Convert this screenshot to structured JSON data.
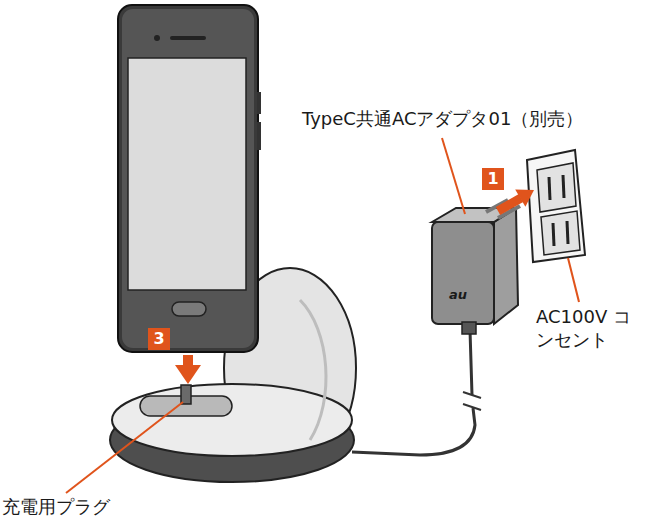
{
  "diagram": {
    "labels": [
      "TypeC共通ACアダプタ01（別売）",
      "1",
      "AC100V コンセント",
      "3",
      "充電用プラグ",
      "au"
    ]
  }
}
